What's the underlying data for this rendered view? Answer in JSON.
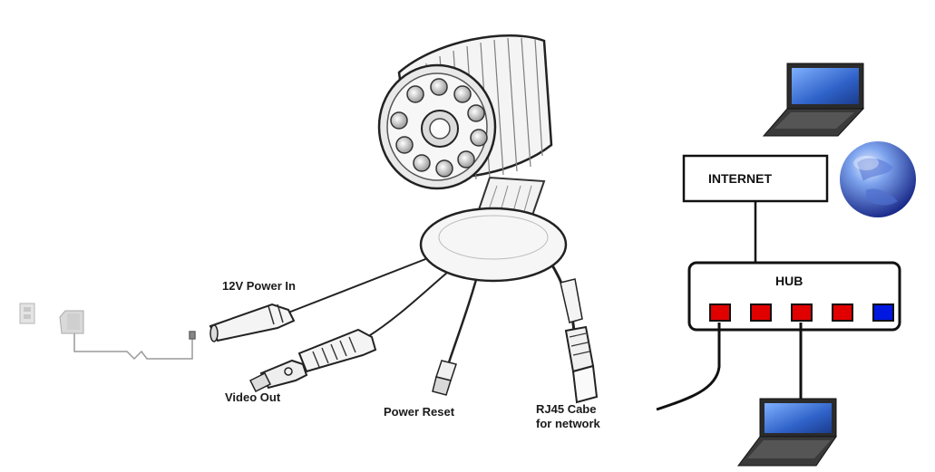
{
  "diagram": {
    "labels": {
      "power_in": "12V Power In",
      "video_out": "Video Out",
      "power_reset": "Power  Reset",
      "rj45_line1": "RJ45 Cabe",
      "rj45_line2": "for network",
      "internet": "INTERNET",
      "hub": "HUB"
    },
    "hub_ports": [
      {
        "color": "#e00000"
      },
      {
        "color": "#e00000"
      },
      {
        "color": "#e00000"
      },
      {
        "color": "#e00000"
      },
      {
        "color": "#0018e0"
      }
    ],
    "colors": {
      "line": "#111111",
      "camera_stroke": "#333333",
      "camera_fill": "#f2f2f2",
      "globe_light": "#9fc0f5",
      "globe_dark": "#1a2a8a",
      "laptop_screen": "#3a6fd0"
    },
    "icons": [
      "wall-outlet-icon",
      "power-adapter-icon",
      "laptop-icon",
      "globe-icon",
      "ip-camera-icon"
    ]
  }
}
